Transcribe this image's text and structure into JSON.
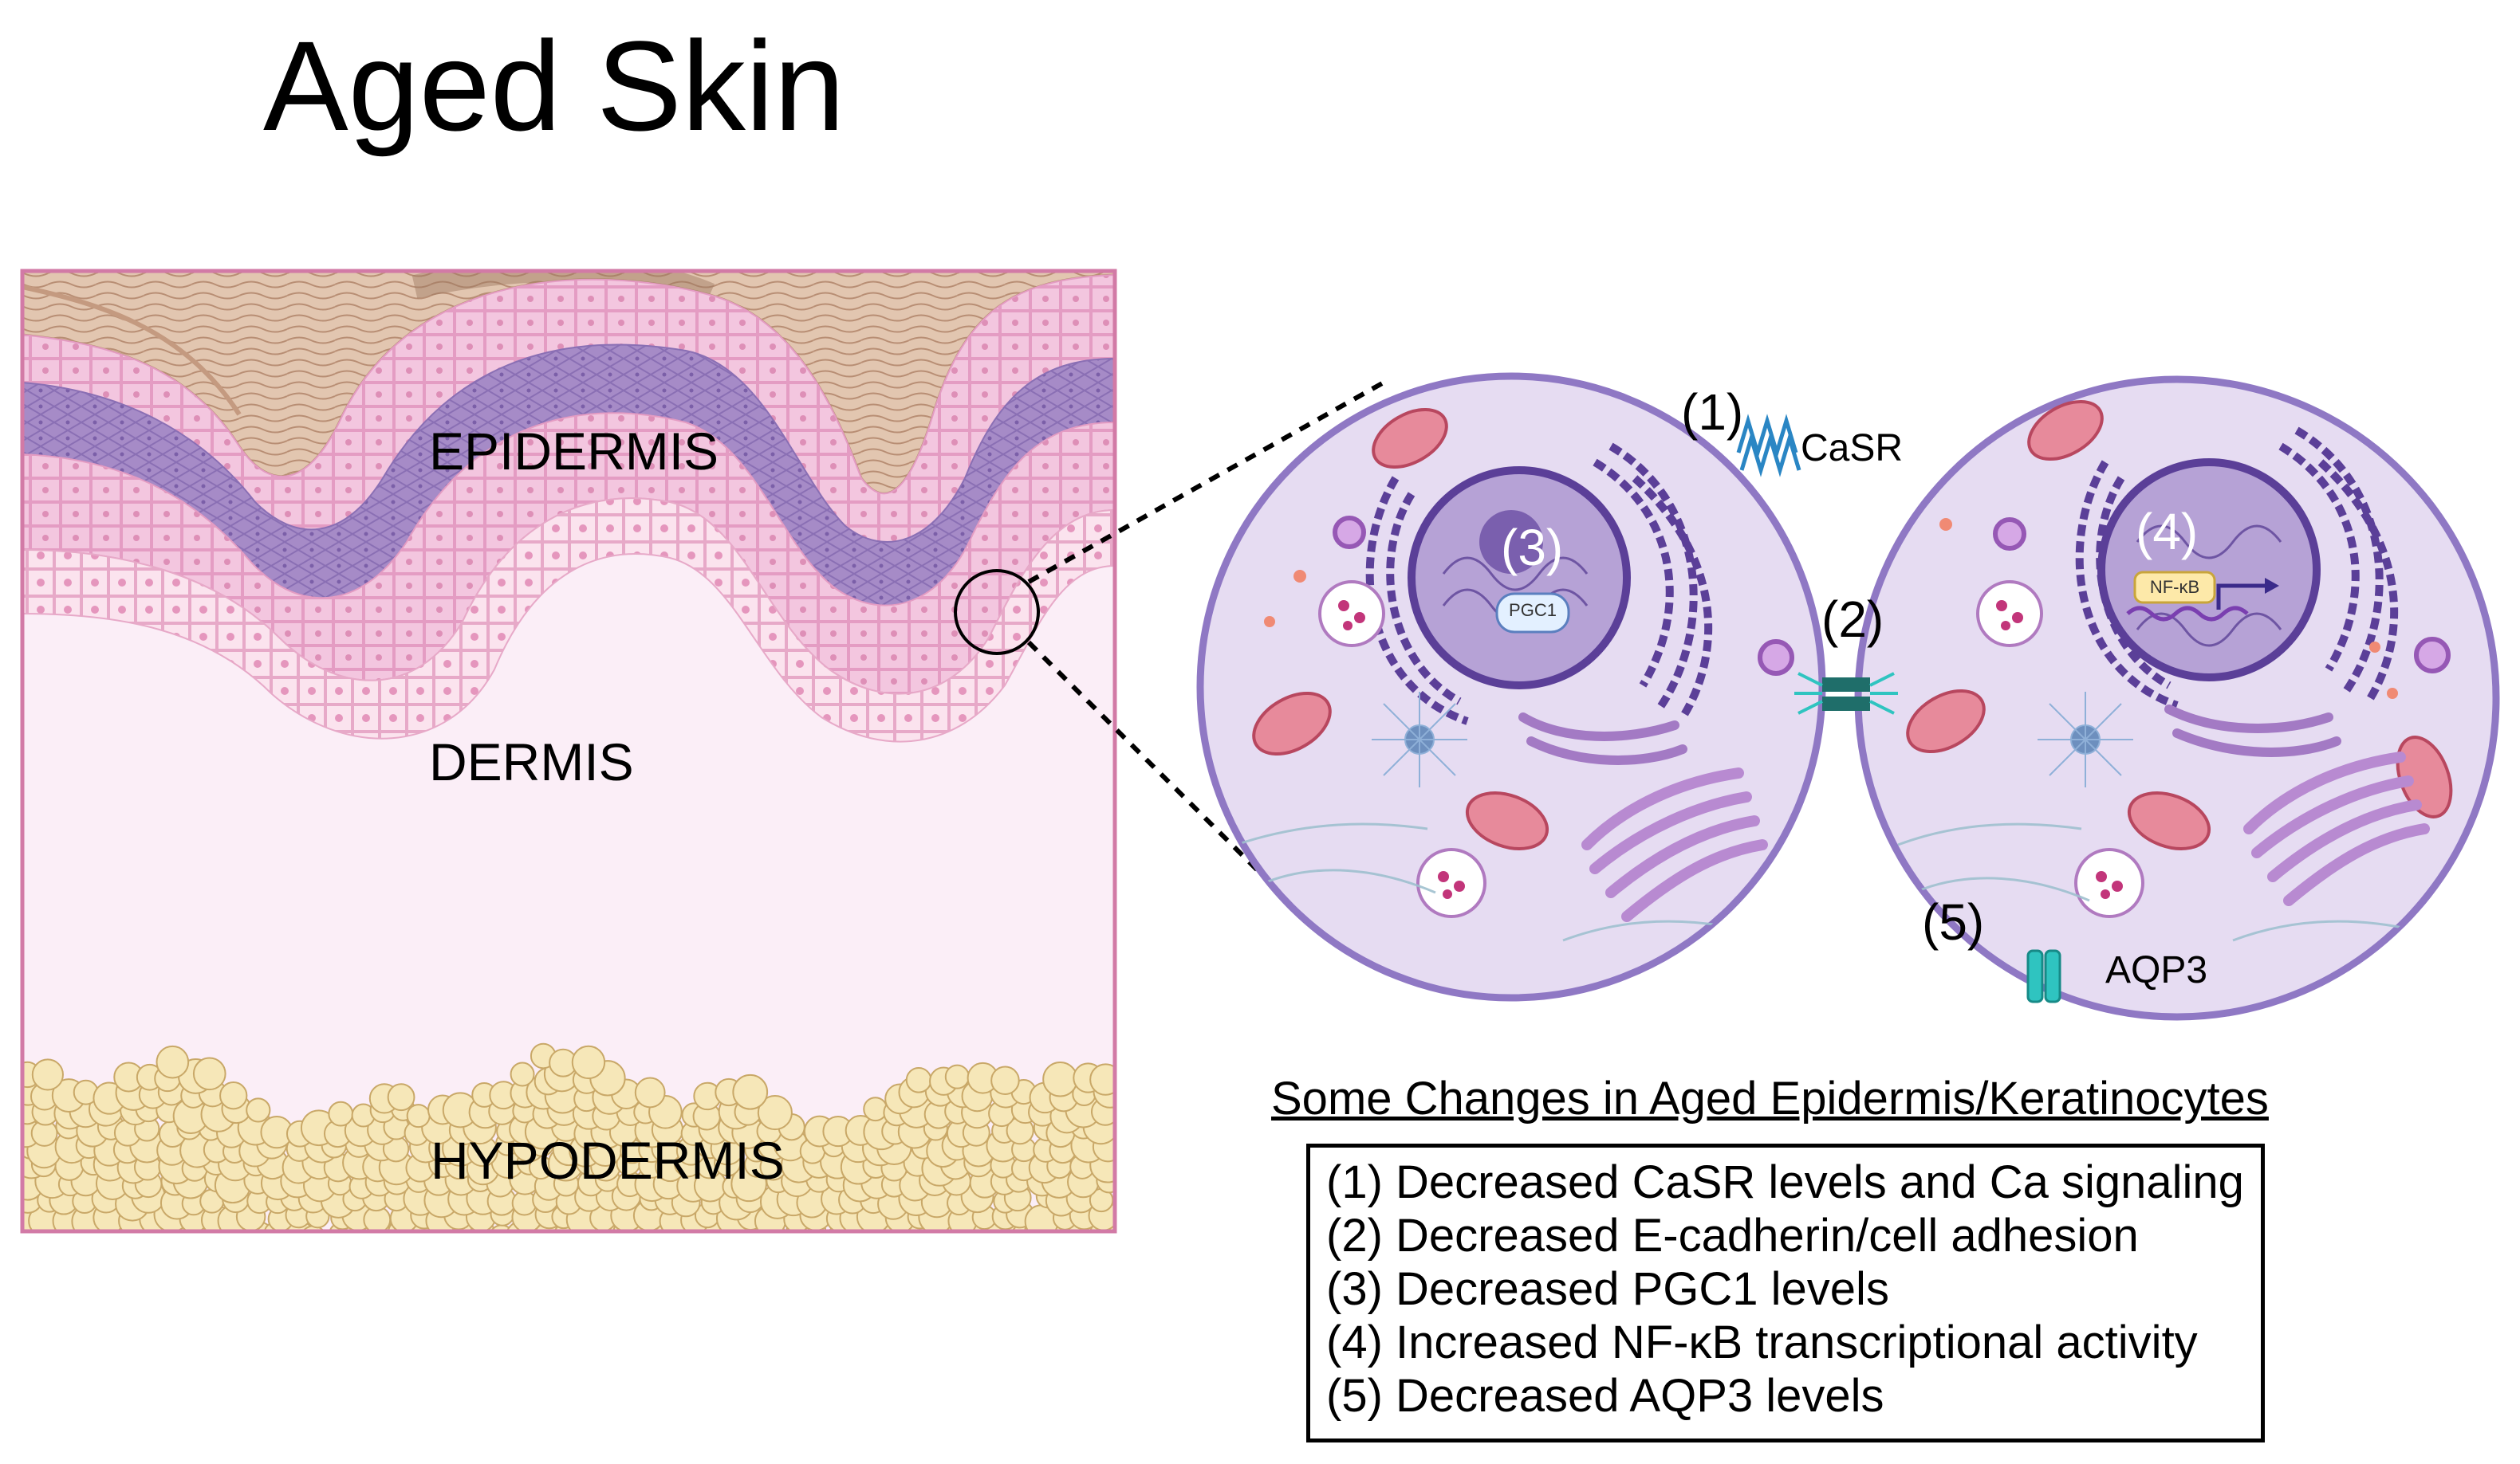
{
  "title": "Aged Skin",
  "layers": {
    "epidermis": "EPIDERMIS",
    "dermis": "DERMIS",
    "hypodermis": "HYPODERMIS"
  },
  "cells": {
    "marker_1": "(1)",
    "marker_2": "(2)",
    "marker_3": "(3)",
    "marker_4": "(4)",
    "marker_5": "(5)",
    "casr": "CaSR",
    "aqp3": "AQP3",
    "pgc1": "PGC1",
    "nfkb": "NF-κB"
  },
  "legend": {
    "heading": "Some Changes in Aged Epidermis/Keratinocytes",
    "items": [
      "(1) Decreased CaSR levels and Ca signaling",
      "(2) Decreased E-cadherin/cell adhesion",
      "(3) Decreased PGC1 levels",
      "(4) Increased NF-κB transcriptional activity",
      "(5) Decreased AQP3 levels"
    ]
  },
  "colors": {
    "dermis": "#fbeef7",
    "skin_border": "#d27aa6",
    "stratum_corneum": "#d8b8a0",
    "granular": "#f2c7e3",
    "basal_purple": "#a88cc8",
    "spinous_pink": "#f5c9e0",
    "fat": "#f6e7b8",
    "cell_fill": "#e6dcf2",
    "cell_border": "#8f78c4",
    "nucleus": "#b6a2d6",
    "mito": "#e78a9b"
  }
}
